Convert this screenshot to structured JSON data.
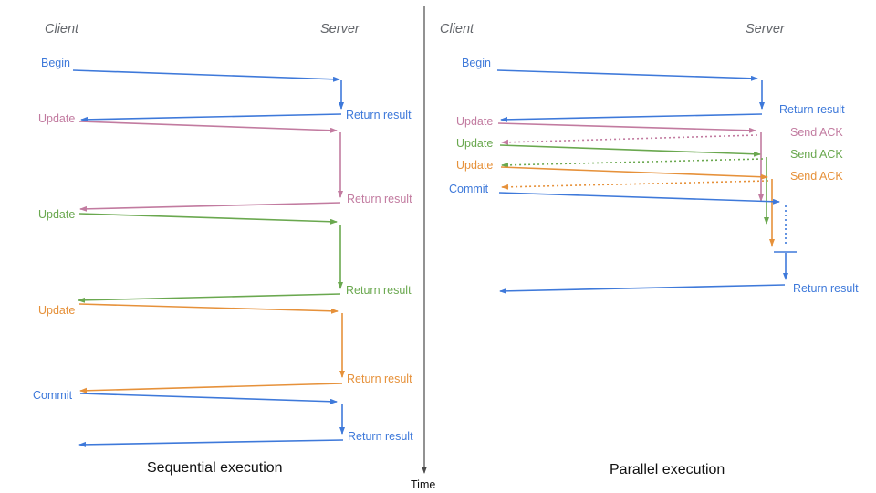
{
  "palette": {
    "blue": "#3e79da",
    "pink": "#c27ba0",
    "green": "#6aa84f",
    "orange": "#e6913a",
    "axis": "#4a4a4a"
  },
  "time_axis_label": "Time",
  "sequential": {
    "caption": "Sequential execution",
    "client_header": "Client",
    "server_header": "Server",
    "messages": [
      {
        "request": "Begin",
        "response": "Return result"
      },
      {
        "request": "Update",
        "response": "Return result"
      },
      {
        "request": "Update",
        "response": "Return result"
      },
      {
        "request": "Update",
        "response": "Return result"
      },
      {
        "request": "Commit",
        "response": "Return result"
      }
    ]
  },
  "parallel": {
    "caption": "Parallel execution",
    "client_header": "Client",
    "server_header": "Server",
    "messages": [
      {
        "request": "Begin",
        "response": "Return result"
      },
      {
        "request": "Update",
        "response": "Send ACK"
      },
      {
        "request": "Update",
        "response": "Send ACK"
      },
      {
        "request": "Update",
        "response": "Send ACK"
      },
      {
        "request": "Commit",
        "response": "Return result"
      }
    ]
  }
}
